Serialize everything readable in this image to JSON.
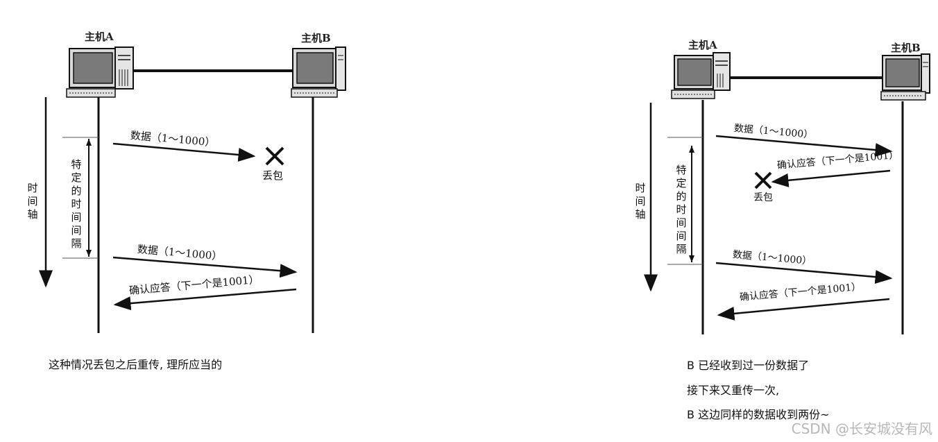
{
  "left": {
    "host_a": "主机A",
    "host_b": "主机B",
    "time_axis": "时间轴",
    "interval": "特定的时间间隔",
    "msg_data_1": "数据（1～1000）",
    "loss": "丢包",
    "msg_data_2": "数据（1～1000）",
    "msg_ack": "确认应答（下一个是1001）",
    "caption": "这种情况丢包之后重传, 理所应当的"
  },
  "right": {
    "host_a": "主机A",
    "host_b": "主机B",
    "time_axis": "时间轴",
    "interval": "特定的时间间隔",
    "msg_data_1": "数据（1～1000）",
    "msg_ack_1": "确认应答（下一个是1001）",
    "loss": "丢包",
    "msg_data_2": "数据（1～1000）",
    "msg_ack_2": "确认应答（下一个是1001）",
    "caption_lines": [
      "B 已经收到过一份数据了",
      "接下来又重传一次,",
      "B 这边同样的数据收到两份~"
    ]
  },
  "watermark": "CSDN @长安城没有风"
}
